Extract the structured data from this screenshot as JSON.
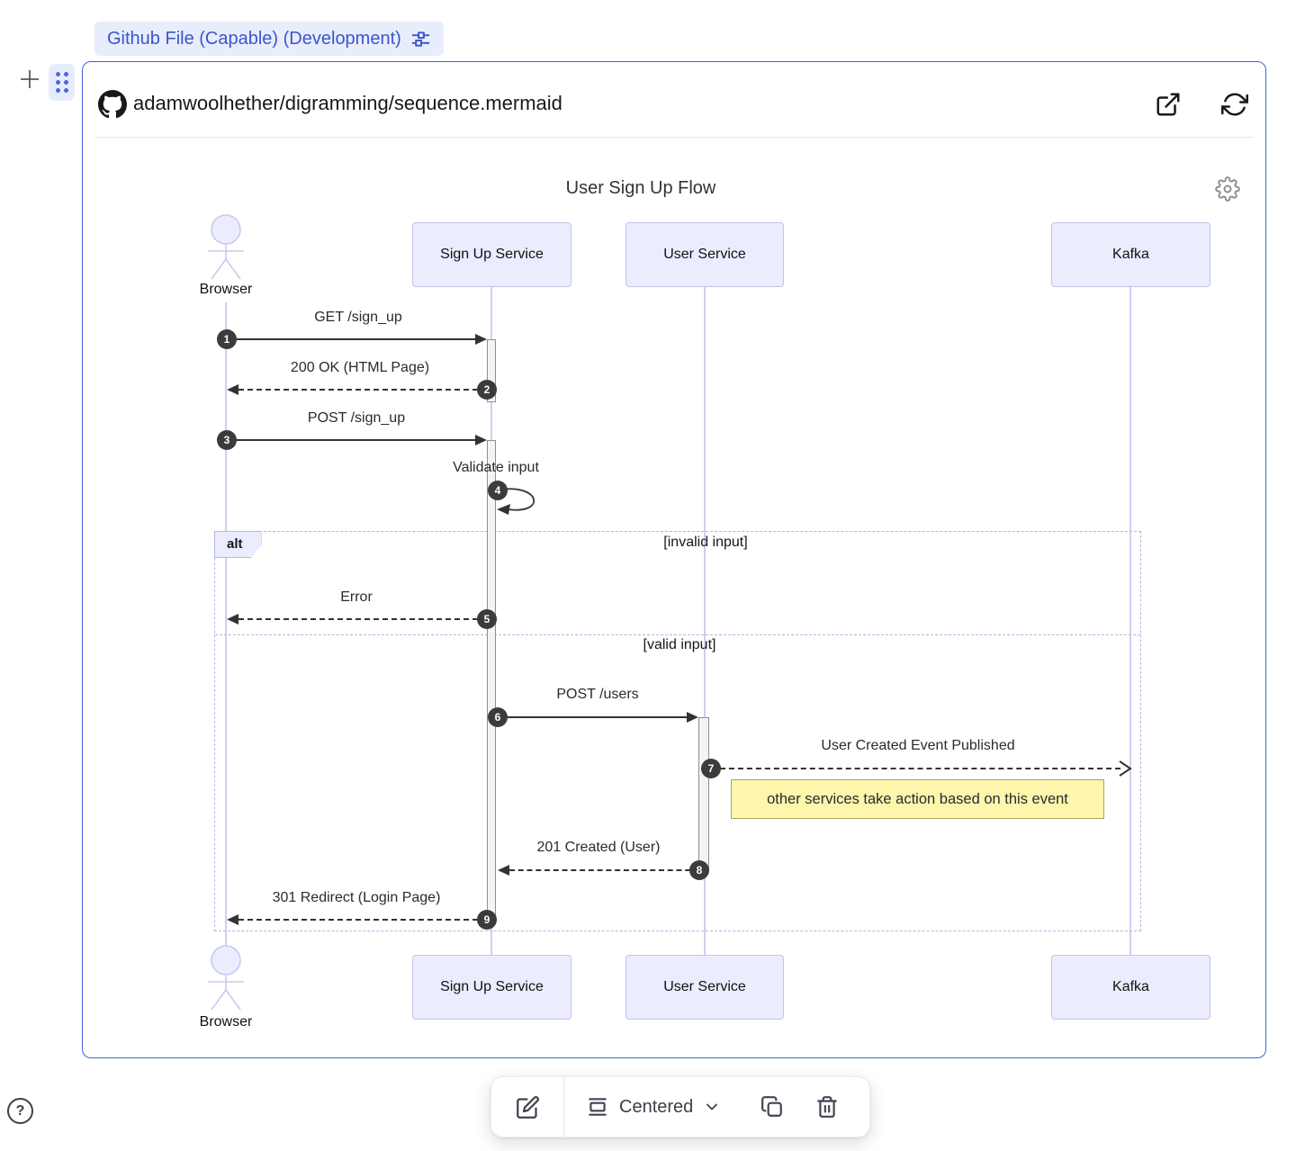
{
  "badge": {
    "label": "Github File (Capable) (Development)"
  },
  "header": {
    "repo_path": "adamwoolhether/digramming/sequence.mermaid"
  },
  "diagram": {
    "title": "User Sign Up Flow",
    "actors": [
      {
        "name": "Browser",
        "type": "actor"
      },
      {
        "name": "Sign Up Service",
        "type": "participant"
      },
      {
        "name": "User Service",
        "type": "participant"
      },
      {
        "name": "Kafka",
        "type": "participant"
      }
    ],
    "messages": [
      {
        "num": "1",
        "label": "GET /sign_up",
        "type": "solid"
      },
      {
        "num": "2",
        "label": "200 OK (HTML Page)",
        "type": "dashed"
      },
      {
        "num": "3",
        "label": "POST /sign_up",
        "type": "solid"
      },
      {
        "num": "4",
        "label": "Validate input",
        "type": "self"
      },
      {
        "num": "5",
        "label": "Error",
        "type": "dashed"
      },
      {
        "num": "6",
        "label": "POST /users",
        "type": "solid"
      },
      {
        "num": "7",
        "label": "User Created Event Published",
        "type": "dashed-open"
      },
      {
        "num": "8",
        "label": "201 Created (User)",
        "type": "dashed"
      },
      {
        "num": "9",
        "label": "301 Redirect (Login Page)",
        "type": "dashed"
      }
    ],
    "alt_frame": {
      "label": "alt",
      "conditions": [
        {
          "text": "[invalid input]"
        },
        {
          "text": "[valid input]"
        }
      ]
    },
    "note": {
      "text": "other services take action based on this event"
    }
  },
  "toolbar": {
    "alignment": "Centered"
  },
  "help": {
    "label": "?"
  },
  "icons": {
    "chip": "sliders-icon",
    "header": [
      "github-logo",
      "external-link-icon",
      "refresh-icon"
    ],
    "diagram": "gear-icon",
    "toolbar": [
      "edit-icon",
      "align-centered-icon",
      "chevron-down-icon",
      "copy-icon",
      "trash-icon"
    ],
    "footer": "help-icon"
  },
  "colors": {
    "card_border": "#3e63dd",
    "badge_bg": "#e8edfb",
    "badge_text": "#3c55cb",
    "participant_fill": "#ececff",
    "note_fill": "#fff5ad",
    "note_border": "#a6a65a",
    "lifeline": "#cfcff0",
    "arrow": "#333333"
  }
}
